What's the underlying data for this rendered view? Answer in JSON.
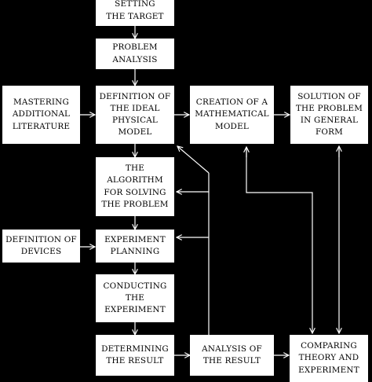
{
  "diagram": {
    "colors": {
      "background": "#000000",
      "box": "#ffffff",
      "text": "#000000",
      "line": "#ffffff"
    },
    "nodes": [
      {
        "id": "target",
        "label": "SETTING\nTHE TARGET"
      },
      {
        "id": "problem",
        "label": "PROBLEM\nANALYSIS"
      },
      {
        "id": "literature",
        "label": "MASTERING\nADDITIONAL\nLITERATURE"
      },
      {
        "id": "ideal",
        "label": "DEFINITION OF\nTHE IDEAL\nPHYSICAL\nMODEL"
      },
      {
        "id": "math",
        "label": "CREATION OF A\nMATHEMATICAL\nMODEL"
      },
      {
        "id": "solution",
        "label": "SOLUTION OF\nTHE PROBLEM\nIN GENERAL\nFORM"
      },
      {
        "id": "algorithm",
        "label": "THE\nALGORITHM\nFOR SOLVING\nTHE PROBLEM"
      },
      {
        "id": "devices",
        "label": "DEFINITION OF\nDEVICES"
      },
      {
        "id": "planning",
        "label": "EXPERIMENT\nPLANNING"
      },
      {
        "id": "conducting",
        "label": "CONDUCTING\nTHE\nEXPERIMENT"
      },
      {
        "id": "determining",
        "label": "DETERMINING\nTHE RESULT"
      },
      {
        "id": "analysis",
        "label": "ANALYSIS OF\nTHE RESULT"
      },
      {
        "id": "comparing",
        "label": "COMPARING\nTHEORY AND\nEXPERIMENT"
      }
    ]
  }
}
